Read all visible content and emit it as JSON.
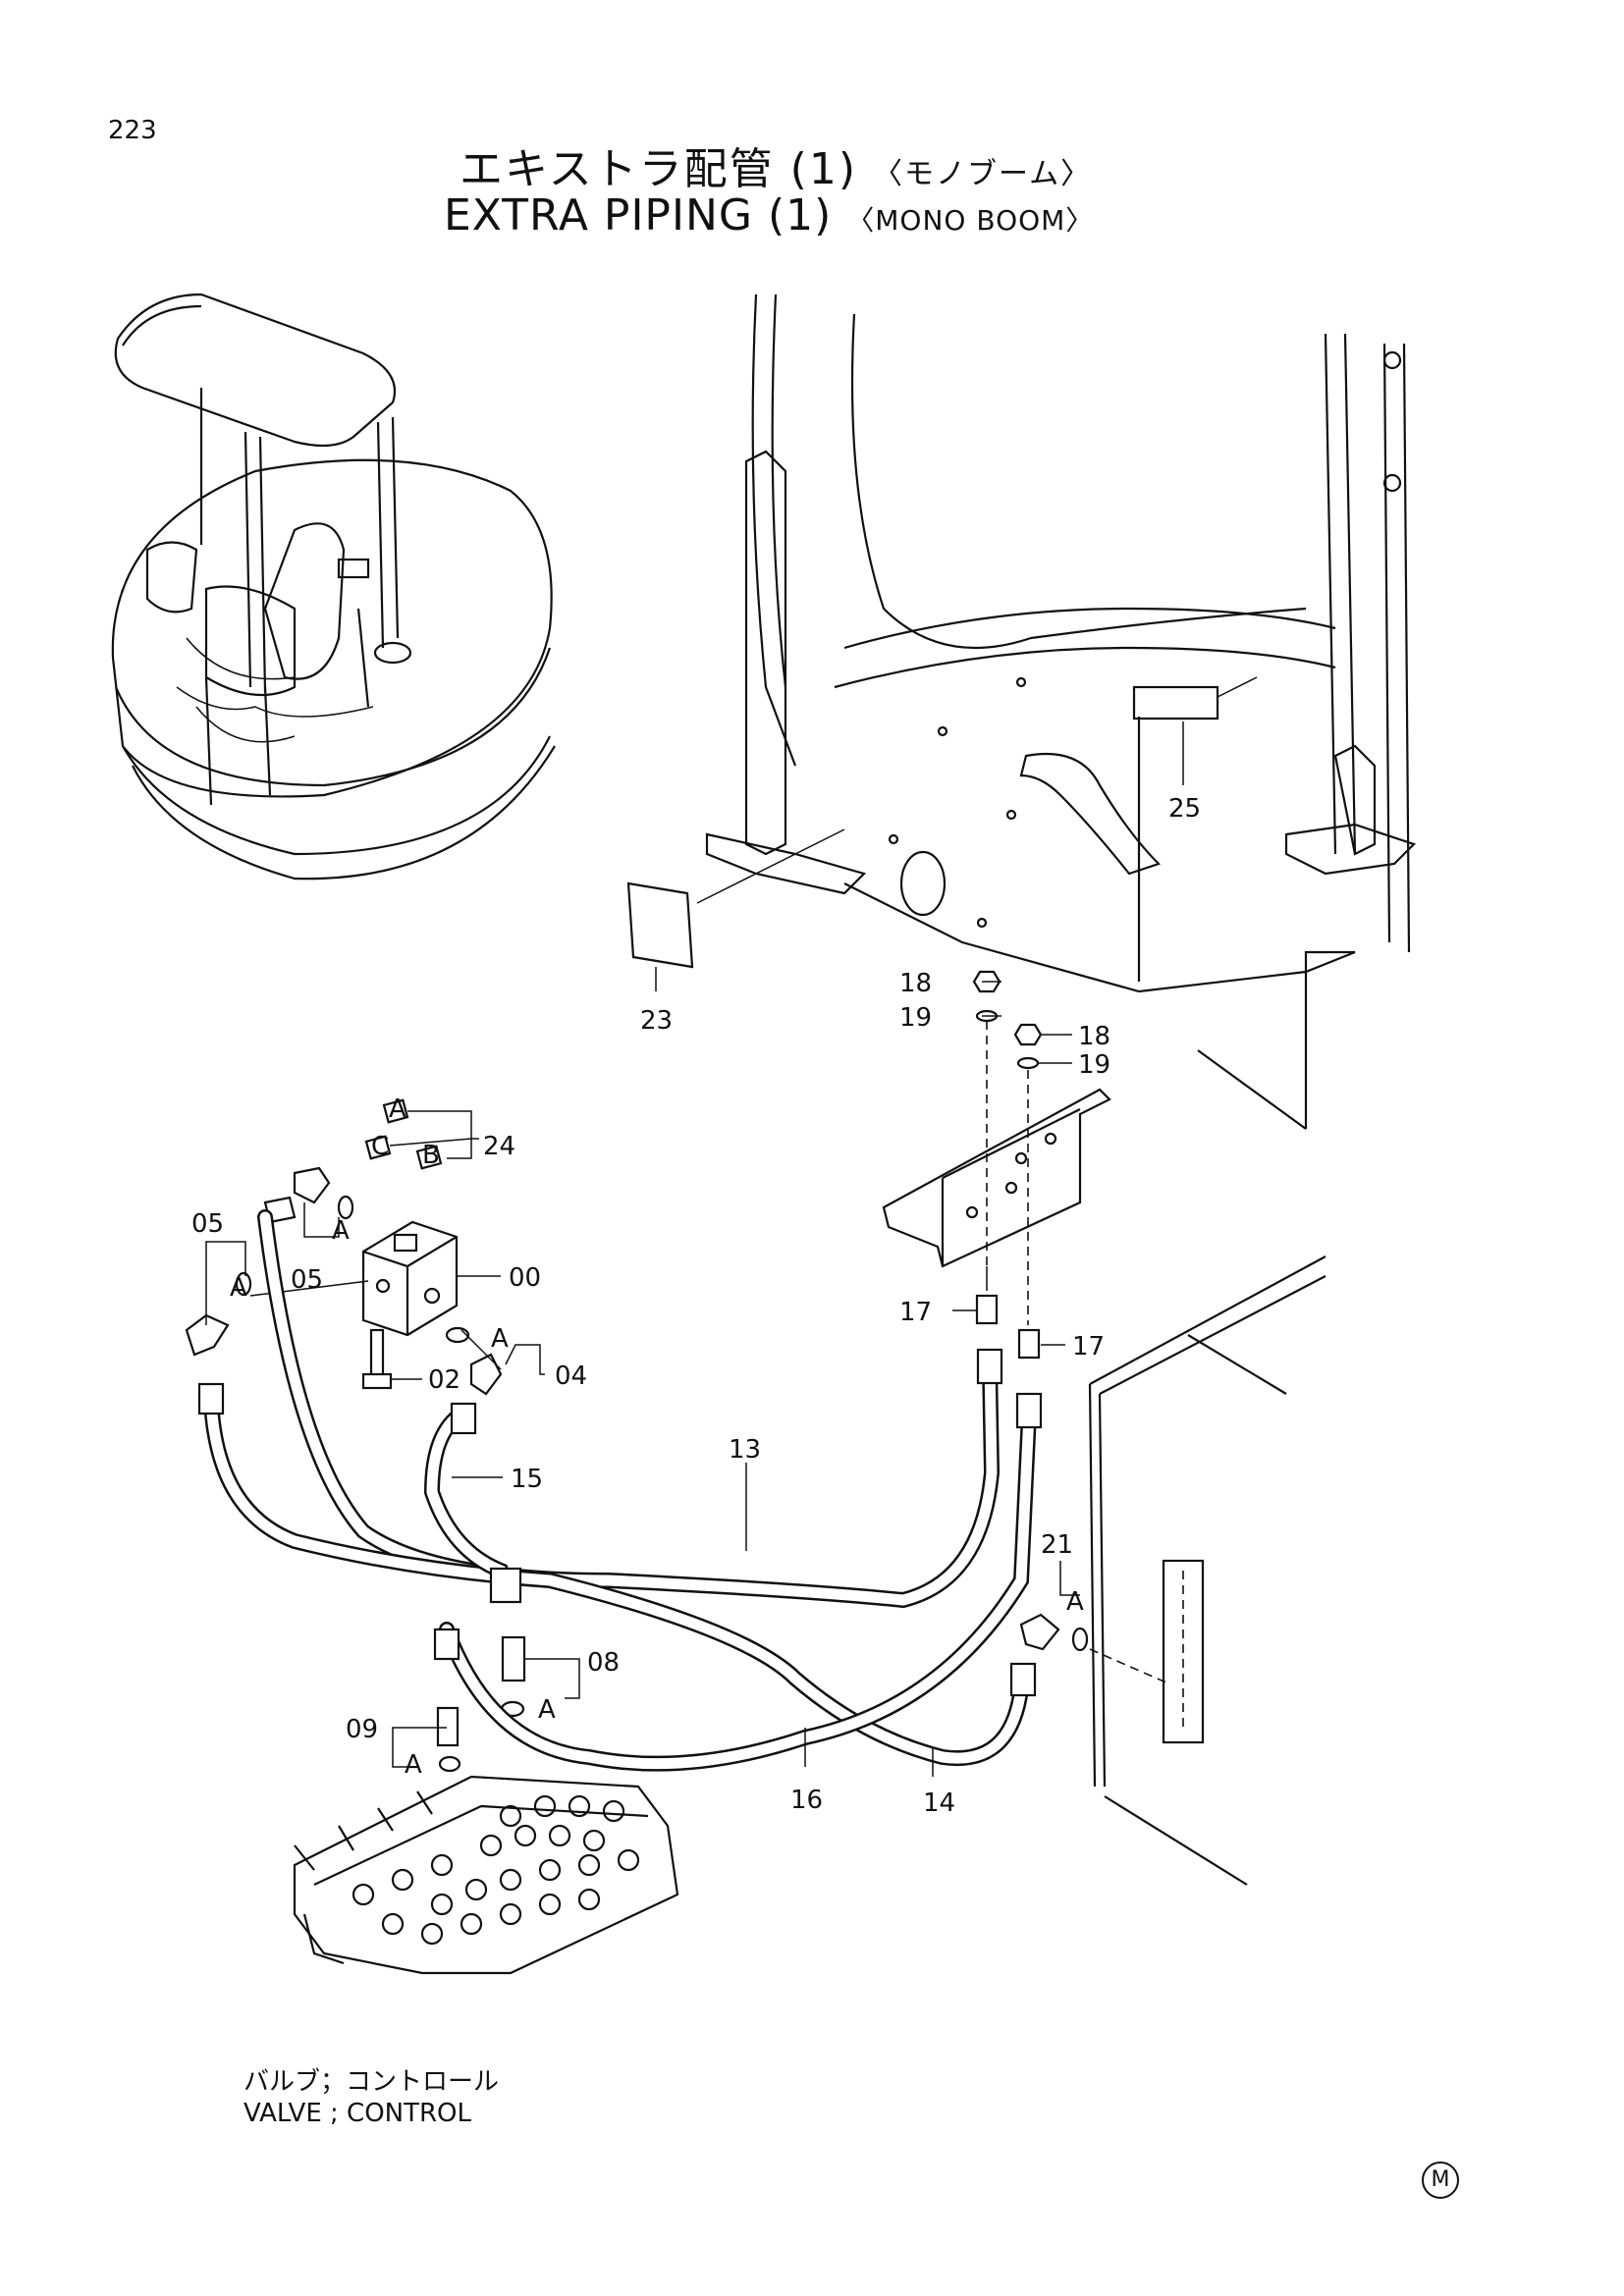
{
  "page_number": "223",
  "title": {
    "jp": "エキストラ配管 (1)",
    "jp_sub": "〈モノブーム〉",
    "en": "EXTRA PIPING (1)",
    "en_sub": "〈MONO BOOM〉"
  },
  "caption": {
    "jp": "バルブ；コントロール",
    "en": "VALVE ; CONTROL"
  },
  "mark": "M",
  "callouts": {
    "c00": "00",
    "c02": "02",
    "c04": "04",
    "c05a": "05",
    "c05b": "05",
    "c08": "08",
    "c09": "09",
    "c13": "13",
    "c14": "14",
    "c15": "15",
    "c16": "16",
    "c17a": "17",
    "c17b": "17",
    "c18a": "18",
    "c18b": "18",
    "c19a": "19",
    "c19b": "19",
    "c21": "21",
    "c23": "23",
    "c24": "24",
    "c25": "25"
  },
  "port_labels": {
    "a1": "A",
    "a2": "A",
    "a3": "A",
    "a4": "A",
    "a5": "A",
    "a6": "A",
    "tag_a": "A",
    "tag_b": "B",
    "tag_c": "C"
  }
}
